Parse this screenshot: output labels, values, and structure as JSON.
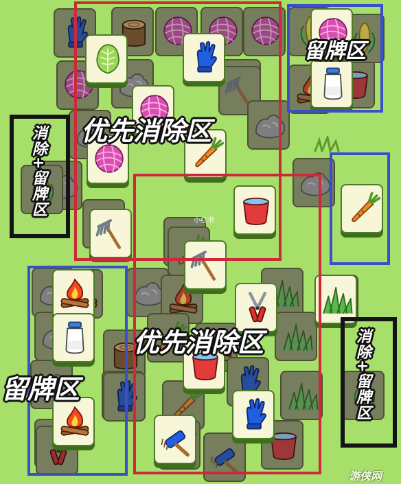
{
  "labels": {
    "priority_top": "优先消除区",
    "priority_bottom": "优先消除区",
    "reserve_top_right": "留牌区",
    "reserve_bottom_left": "留牌区",
    "clear_reserve_left": "消除+留牌区",
    "clear_reserve_right": "消除+留牌区"
  },
  "watermarks": {
    "center": "小红书",
    "corner": "游侠网"
  },
  "colors": {
    "background": "#a6e06a",
    "priority_border": "#cc2a3a",
    "reserve_border": "#3a4fc8",
    "combo_border": "#141414",
    "tile_face": "#f7f6d9",
    "tile_edge": "#3d6f1b"
  },
  "tiles": [
    {
      "name": "glove",
      "icon": "glove-icon",
      "layer": "under"
    },
    {
      "name": "stump",
      "icon": "stump-icon",
      "layer": "under"
    },
    {
      "name": "yarn",
      "icon": "yarn-icon",
      "layer": "under"
    },
    {
      "name": "yarn",
      "icon": "yarn-icon",
      "layer": "under"
    },
    {
      "name": "yarn",
      "icon": "yarn-icon",
      "layer": "under"
    },
    {
      "name": "rock",
      "icon": "rock-icon",
      "layer": "under"
    },
    {
      "name": "yarn",
      "icon": "yarn-icon",
      "layer": "under"
    },
    {
      "name": "rock",
      "icon": "rock-icon",
      "layer": "under"
    },
    {
      "name": "corn",
      "icon": "corn-icon",
      "layer": "under"
    },
    {
      "name": "rake",
      "icon": "rake-icon",
      "layer": "under"
    },
    {
      "name": "rock",
      "icon": "rock-icon",
      "layer": "under"
    },
    {
      "name": "rock",
      "icon": "rock-icon",
      "layer": "under"
    },
    {
      "name": "campfire",
      "icon": "campfire-icon",
      "layer": "under"
    },
    {
      "name": "bucket",
      "icon": "bucket-icon",
      "layer": "under"
    },
    {
      "name": "corn",
      "icon": "corn-icon",
      "layer": "under"
    },
    {
      "name": "rock",
      "icon": "rock-icon",
      "layer": "under"
    },
    {
      "name": "rock",
      "icon": "rock-icon",
      "layer": "under"
    },
    {
      "name": "corn",
      "icon": "corn-icon",
      "layer": "under"
    },
    {
      "name": "rake",
      "icon": "rake-icon",
      "layer": "under"
    },
    {
      "name": "rock",
      "icon": "rock-icon",
      "layer": "under"
    },
    {
      "name": "rock",
      "icon": "rock-icon",
      "layer": "under"
    },
    {
      "name": "rock",
      "icon": "rock-icon",
      "layer": "under"
    },
    {
      "name": "carrot",
      "icon": "carrot-icon",
      "layer": "under"
    },
    {
      "name": "campfire",
      "icon": "campfire-icon",
      "layer": "under"
    },
    {
      "name": "bush",
      "icon": "bush-icon",
      "layer": "under"
    },
    {
      "name": "rock",
      "icon": "rock-icon",
      "layer": "under"
    },
    {
      "name": "carrot",
      "icon": "carrot-icon",
      "layer": "under"
    },
    {
      "name": "campfire",
      "icon": "campfire-icon",
      "layer": "under"
    },
    {
      "name": "bush",
      "icon": "bush-icon",
      "layer": "under"
    },
    {
      "name": "bush",
      "icon": "bush-icon",
      "layer": "under"
    },
    {
      "name": "rock",
      "icon": "rock-icon",
      "layer": "under"
    },
    {
      "name": "stump",
      "icon": "stump-icon",
      "layer": "under"
    },
    {
      "name": "campfire",
      "icon": "campfire-icon",
      "layer": "under"
    },
    {
      "name": "glove",
      "icon": "glove-icon",
      "layer": "under"
    },
    {
      "name": "rock",
      "icon": "rock-icon",
      "layer": "under"
    },
    {
      "name": "glove",
      "icon": "glove-icon",
      "layer": "under"
    },
    {
      "name": "carrot",
      "icon": "carrot-icon",
      "layer": "under"
    },
    {
      "name": "rake",
      "icon": "rake-icon",
      "layer": "under"
    },
    {
      "name": "carrot",
      "icon": "carrot-icon",
      "layer": "under"
    },
    {
      "name": "bush",
      "icon": "bush-icon",
      "layer": "under"
    },
    {
      "name": "shears",
      "icon": "shears-icon",
      "layer": "under"
    },
    {
      "name": "brush",
      "icon": "brush-icon",
      "layer": "under"
    },
    {
      "name": "bucket",
      "icon": "bucket-icon",
      "layer": "under"
    },
    {
      "name": "corn",
      "icon": "corn-icon",
      "layer": "under"
    },
    {
      "name": "lettuce",
      "icon": "lettuce-icon",
      "layer": "top"
    },
    {
      "name": "glove",
      "icon": "glove-icon",
      "layer": "top"
    },
    {
      "name": "yarn",
      "icon": "yarn-icon",
      "layer": "top"
    },
    {
      "name": "milk",
      "icon": "milk-icon",
      "layer": "top"
    },
    {
      "name": "yarn",
      "icon": "yarn-icon",
      "layer": "top"
    },
    {
      "name": "yarn",
      "icon": "yarn-icon",
      "layer": "top"
    },
    {
      "name": "carrot",
      "icon": "carrot-icon",
      "layer": "top"
    },
    {
      "name": "bucket",
      "icon": "bucket-icon",
      "layer": "top"
    },
    {
      "name": "carrot",
      "icon": "carrot-icon",
      "layer": "top"
    },
    {
      "name": "rake",
      "icon": "rake-icon",
      "layer": "top"
    },
    {
      "name": "rake",
      "icon": "rake-icon",
      "layer": "top"
    },
    {
      "name": "campfire",
      "icon": "campfire-icon",
      "layer": "top"
    },
    {
      "name": "milk",
      "icon": "milk-icon",
      "layer": "top"
    },
    {
      "name": "shears",
      "icon": "shears-icon",
      "layer": "top"
    },
    {
      "name": "bush",
      "icon": "bush-icon",
      "layer": "top"
    },
    {
      "name": "campfire",
      "icon": "campfire-icon",
      "layer": "top"
    },
    {
      "name": "bucket",
      "icon": "bucket-icon",
      "layer": "top"
    },
    {
      "name": "glove",
      "icon": "glove-icon",
      "layer": "top"
    },
    {
      "name": "brush",
      "icon": "brush-icon",
      "layer": "top"
    }
  ]
}
